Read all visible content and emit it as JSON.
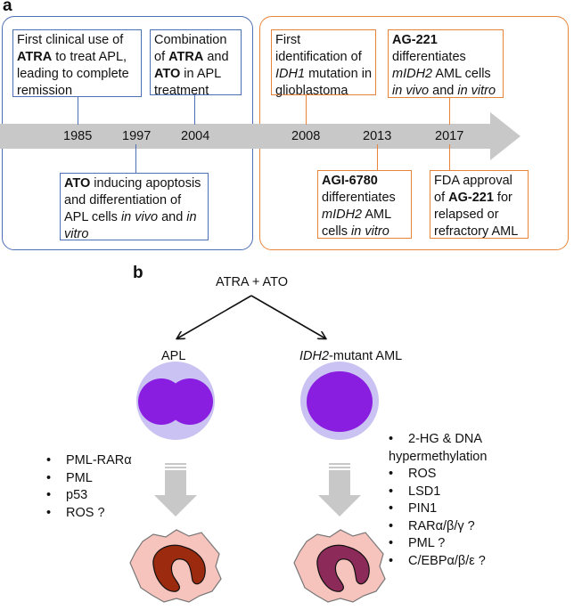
{
  "panel_a": {
    "letter": "a",
    "years": [
      "1985",
      "1997",
      "2004",
      "2008",
      "2013",
      "2017"
    ],
    "events": {
      "e1985": [
        {
          "t": "First clinical use of "
        },
        {
          "t": "ATRA",
          "b": true
        },
        {
          "t": " to treat APL, leading to complete remission"
        }
      ],
      "e1997": [
        {
          "t": "ATO",
          "b": true
        },
        {
          "t": " inducing apoptosis and differentiation of APL cells "
        },
        {
          "t": "in vivo",
          "i": true
        },
        {
          "t": " and "
        },
        {
          "t": "in vitro",
          "i": true
        }
      ],
      "e2004": [
        {
          "t": "Combination of "
        },
        {
          "t": "ATRA",
          "b": true
        },
        {
          "t": " and "
        },
        {
          "t": "ATO",
          "b": true
        },
        {
          "t": " in APL treatment"
        }
      ],
      "e2008": [
        {
          "t": "First identification of "
        },
        {
          "t": "IDH1",
          "i": true
        },
        {
          "t": " mutation in glioblastoma"
        }
      ],
      "e2013": [
        {
          "t": "AGI-6780",
          "b": true
        },
        {
          "t": " differentiates "
        },
        {
          "t": "mIDH2",
          "i": true
        },
        {
          "t": " AML cells "
        },
        {
          "t": "in vitro",
          "i": true
        }
      ],
      "e2017a": [
        {
          "t": "AG-221",
          "b": true
        },
        {
          "t": " differentiates "
        },
        {
          "t": "mIDH2",
          "i": true
        },
        {
          "t": " AML cells "
        },
        {
          "t": "in vivo",
          "i": true
        },
        {
          "t": " and "
        },
        {
          "t": "in vitro",
          "i": true
        }
      ],
      "e2017b": [
        {
          "t": "FDA approval of "
        },
        {
          "t": "AG-221",
          "b": true
        },
        {
          "t": " for relapsed or refractory AML"
        }
      ]
    }
  },
  "panel_b": {
    "letter": "b",
    "treatment": "ATRA + ATO",
    "left_label": "APL",
    "right_label": [
      {
        "t": "IDH2",
        "i": true
      },
      {
        "t": "-mutant AML"
      }
    ],
    "left_targets": [
      "PML-RARα",
      "PML",
      "p53",
      "ROS ?"
    ],
    "right_targets": [
      "2-HG & DNA hypermethylation",
      "ROS",
      "LSD1",
      "PIN1",
      "RARα/β/γ ?",
      "PML ?",
      "C/EBPα/β/ε ?"
    ]
  },
  "colors": {
    "blue_period": "#4d6fb5",
    "orange_period": "#e8843a",
    "arrow": "#c8c8c8",
    "cell_outer": "#c9c2f2",
    "nucleus": "#8a1ee0",
    "diff_cell": "#f7c3bd",
    "apl_nucleus": "#9c2a0e",
    "aml_nucleus": "#8c2a5a"
  }
}
